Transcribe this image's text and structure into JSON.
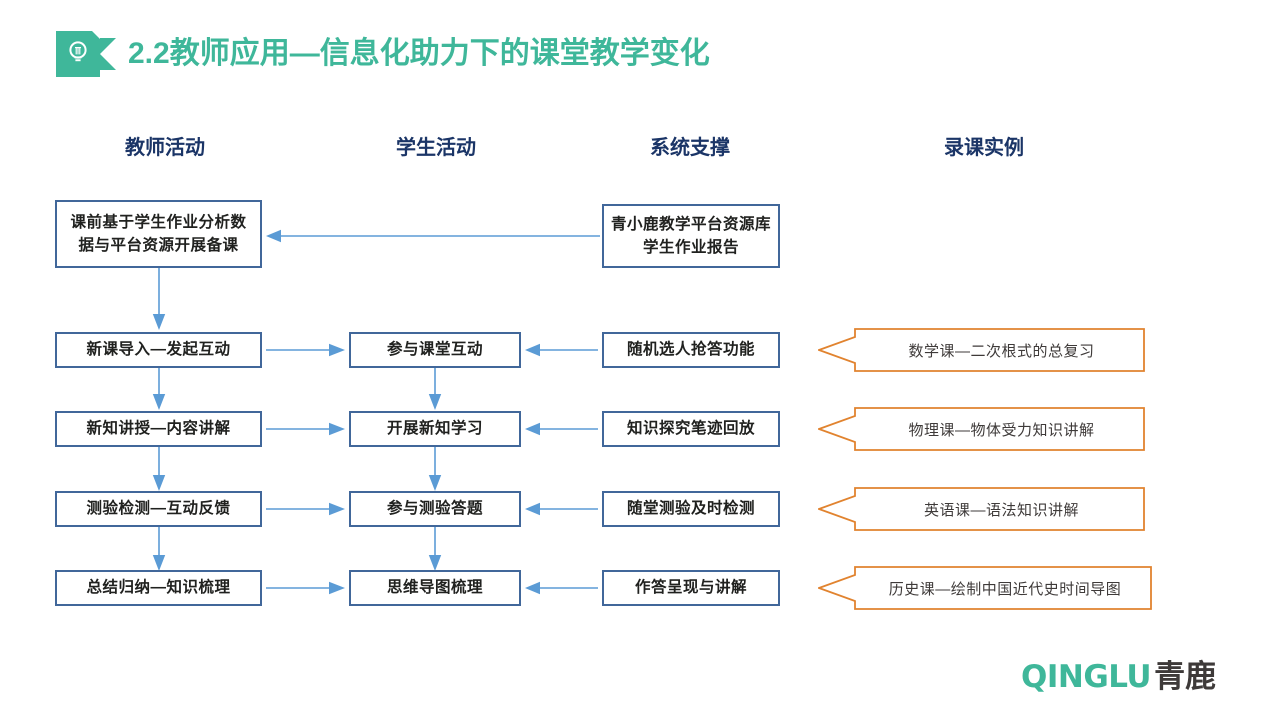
{
  "slide": {
    "title": "2.2教师应用—信息化助力下的课堂教学变化",
    "title_icon": "lightbulb-flag-icon",
    "accent_color": "#3fb79a",
    "box_border_color": "#41679a",
    "arrow_color": "#5b9bd5",
    "orange_color": "#e1832f",
    "header_color": "#1b3567"
  },
  "columns": [
    {
      "label": "教师活动"
    },
    {
      "label": "学生活动"
    },
    {
      "label": "系统支撑"
    },
    {
      "label": "录课实例"
    }
  ],
  "teacher_column": {
    "prep_box": {
      "line1": "课前基于学生作业分析数",
      "line2": "据与平台资源开展备课"
    },
    "steps": [
      {
        "label": "新课导入—发起互动"
      },
      {
        "label": "新知讲授—内容讲解"
      },
      {
        "label": "测验检测—互动反馈"
      },
      {
        "label": "总结归纳—知识梳理"
      }
    ]
  },
  "student_column": {
    "steps": [
      {
        "label": "参与课堂互动"
      },
      {
        "label": "开展新知学习"
      },
      {
        "label": "参与测验答题"
      },
      {
        "label": "思维导图梳理"
      }
    ]
  },
  "system_column": {
    "resource_box": {
      "line1": "青小鹿教学平台资源库",
      "line2": "学生作业报告"
    },
    "steps": [
      {
        "label": "随机选人抢答功能"
      },
      {
        "label": "知识探究笔迹回放"
      },
      {
        "label": "随堂测验及时检测"
      },
      {
        "label": "作答呈现与讲解"
      }
    ]
  },
  "example_column": {
    "items": [
      {
        "label": "数学课—二次根式的总复习"
      },
      {
        "label": "物理课—物体受力知识讲解"
      },
      {
        "label": "英语课—语法知识讲解"
      },
      {
        "label": "历史课—绘制中国近代史时间导图"
      }
    ]
  },
  "logo": {
    "en": "QINGLU",
    "cn": "青鹿"
  }
}
